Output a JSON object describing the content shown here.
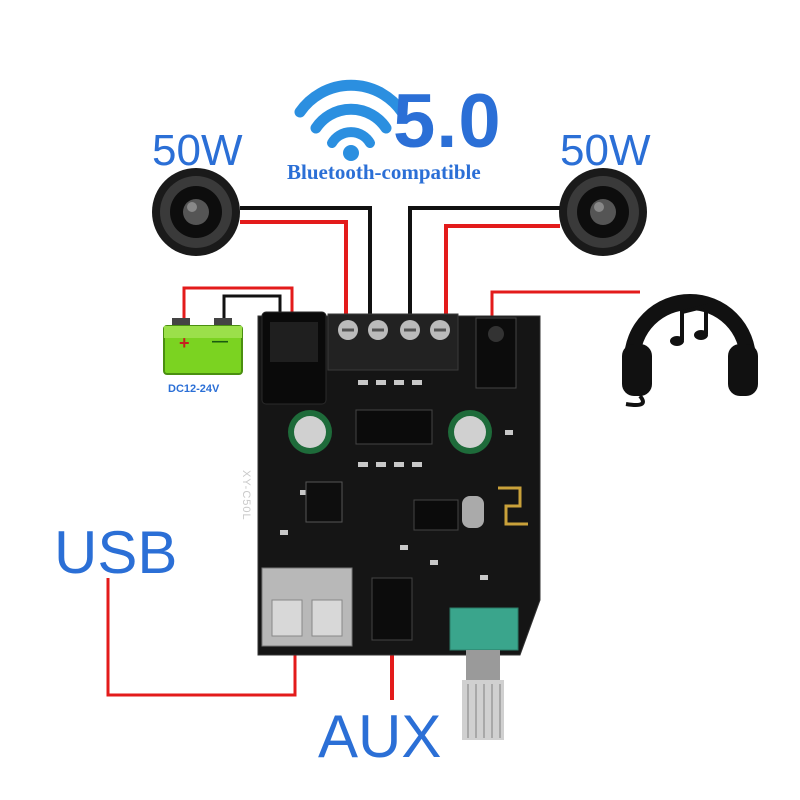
{
  "header": {
    "version": "5.0",
    "bluetooth_text": "Bluetooth-compatible"
  },
  "speakers": {
    "left_power": "50W",
    "right_power": "50W"
  },
  "power": {
    "battery_label": "DC12-24V",
    "plus": "+",
    "minus": "—"
  },
  "inputs": {
    "usb_label": "USB",
    "aux_label": "AUX"
  },
  "board": {
    "model": "XY-C50L"
  },
  "colors": {
    "label_blue": "#2b6fd6",
    "wire_red": "#e31b1b",
    "wire_black": "#111111",
    "battery_green": "#7bd321",
    "pcb": "#151515",
    "potentiometer": "#3aa58c"
  }
}
